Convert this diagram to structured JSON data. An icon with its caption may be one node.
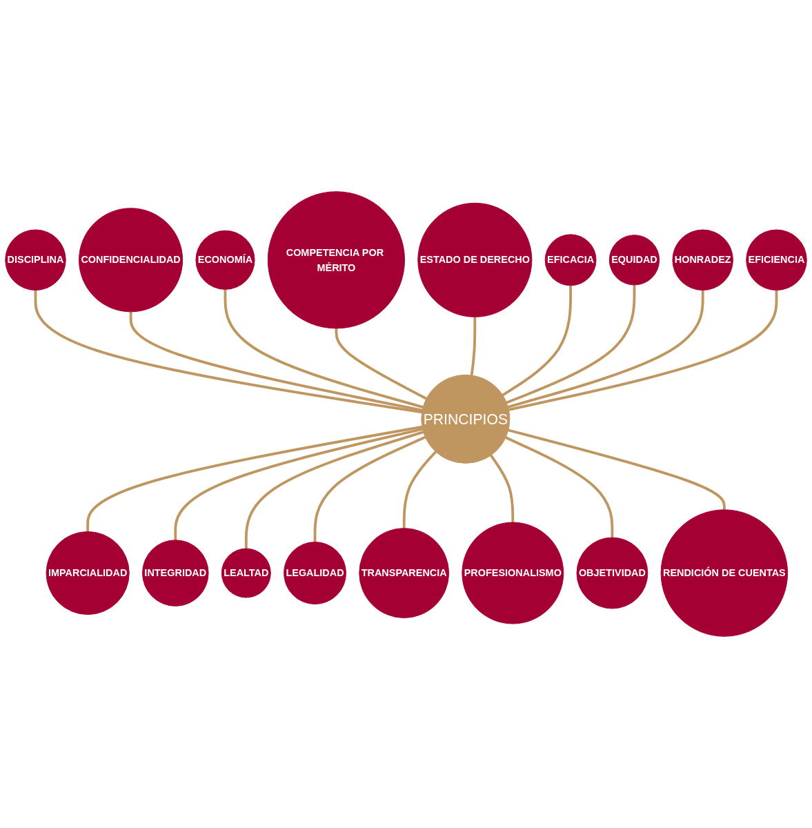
{
  "diagram": {
    "nodes": [
      {
        "text": [
          "DISCIPLINA"
        ]
      },
      {
        "text": [
          "CONFIDENCIALIDAD"
        ]
      },
      {
        "text": [
          "ECONOMÍA"
        ]
      },
      {
        "text": [
          "COMPETENCIA POR MÉRITO"
        ]
      },
      {
        "text": [
          "ESTADO DE DERECHO"
        ]
      },
      {
        "text": [
          "EFICACIA"
        ]
      },
      {
        "text": [
          "EQUIDAD"
        ]
      },
      {
        "text": [
          "HONRADEZ"
        ]
      },
      {
        "text": [
          "EFICIENCIA"
        ]
      },
      {
        "text": [
          "PRINCIPIOS"
        ]
      },
      {
        "text": [
          "IMPARCIALIDAD"
        ]
      },
      {
        "text": [
          "INTEGRIDAD"
        ]
      },
      {
        "text": [
          "LEALTAD"
        ]
      },
      {
        "text": [
          "LEGALIDAD"
        ]
      },
      {
        "text": [
          "TRANSPARENCIA"
        ]
      },
      {
        "text": [
          "PROFESIONALISMO"
        ]
      },
      {
        "text": [
          "OBJETIVIDAD"
        ]
      },
      {
        "text": [
          "RENDICIÓN DE CUENTAS"
        ]
      }
    ],
    "edges": [
      {
        "from": 0,
        "to": 9,
        "arrow": "none"
      },
      {
        "from": 1,
        "to": 9,
        "arrow": "none"
      },
      {
        "from": 2,
        "to": 9,
        "arrow": "none"
      },
      {
        "from": 3,
        "to": 9,
        "arrow": "none"
      },
      {
        "from": 4,
        "to": 9,
        "arrow": "none"
      },
      {
        "from": 5,
        "to": 9,
        "arrow": "none"
      },
      {
        "from": 6,
        "to": 9,
        "arrow": "none"
      },
      {
        "from": 7,
        "to": 9,
        "arrow": "none"
      },
      {
        "from": 8,
        "to": 9,
        "arrow": "none"
      },
      {
        "from": 9,
        "to": 10,
        "arrow": "none"
      },
      {
        "from": 9,
        "to": 11,
        "arrow": "none"
      },
      {
        "from": 9,
        "to": 12,
        "arrow": "none"
      },
      {
        "from": 9,
        "to": 13,
        "arrow": "none"
      },
      {
        "from": 9,
        "to": 14,
        "arrow": "none"
      },
      {
        "from": 9,
        "to": 15,
        "arrow": "none"
      },
      {
        "from": 9,
        "to": 16,
        "arrow": "none"
      },
      {
        "from": 9,
        "to": 17,
        "arrow": "none"
      }
    ]
  }
}
